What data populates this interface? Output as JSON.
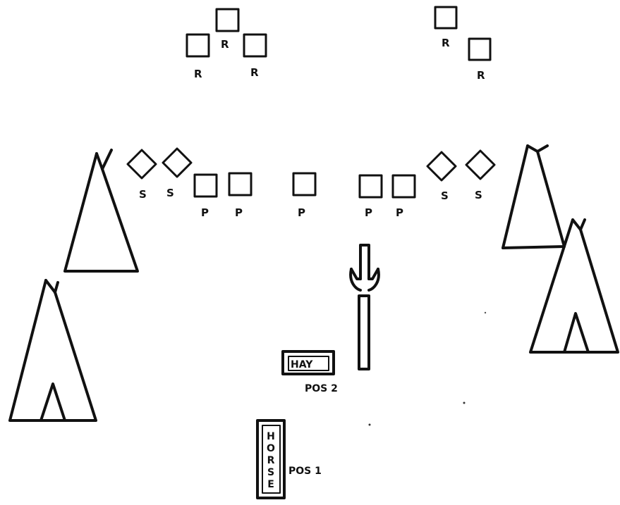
{
  "diagram": {
    "markers": {
      "r_label": "R",
      "s_label": "S",
      "p_label": "P"
    },
    "props": {
      "hay_text": "HAY",
      "hay_position": "POS 2",
      "horse_text": "HORSE",
      "horse_position": "POS 1"
    },
    "counts": {
      "r_boxes": 5,
      "s_diamonds": 4,
      "p_boxes": 5,
      "teepees": 4
    }
  }
}
